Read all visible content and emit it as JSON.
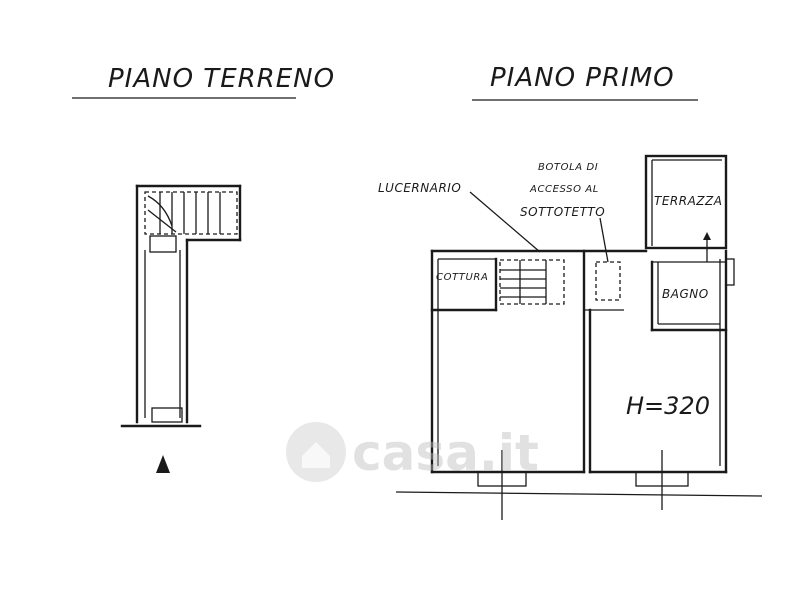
{
  "titles": {
    "ground_floor": "PIANO TERRENO",
    "first_floor": "PIANO PRIMO"
  },
  "labels": {
    "skylight": "LUCERNARIO",
    "hatch_line1": "BOTOLA DI",
    "hatch_line2": "ACCESSO AL",
    "hatch_line3": "SOTTOTETTO",
    "terrace": "TERRAZZA",
    "cooking": "COTTURA",
    "bathroom": "BAGNO",
    "height": "H=320"
  },
  "watermark": {
    "text": "casa.it"
  },
  "colors": {
    "ink": "#1a1a1a",
    "watermark": "#bdbdbd"
  }
}
